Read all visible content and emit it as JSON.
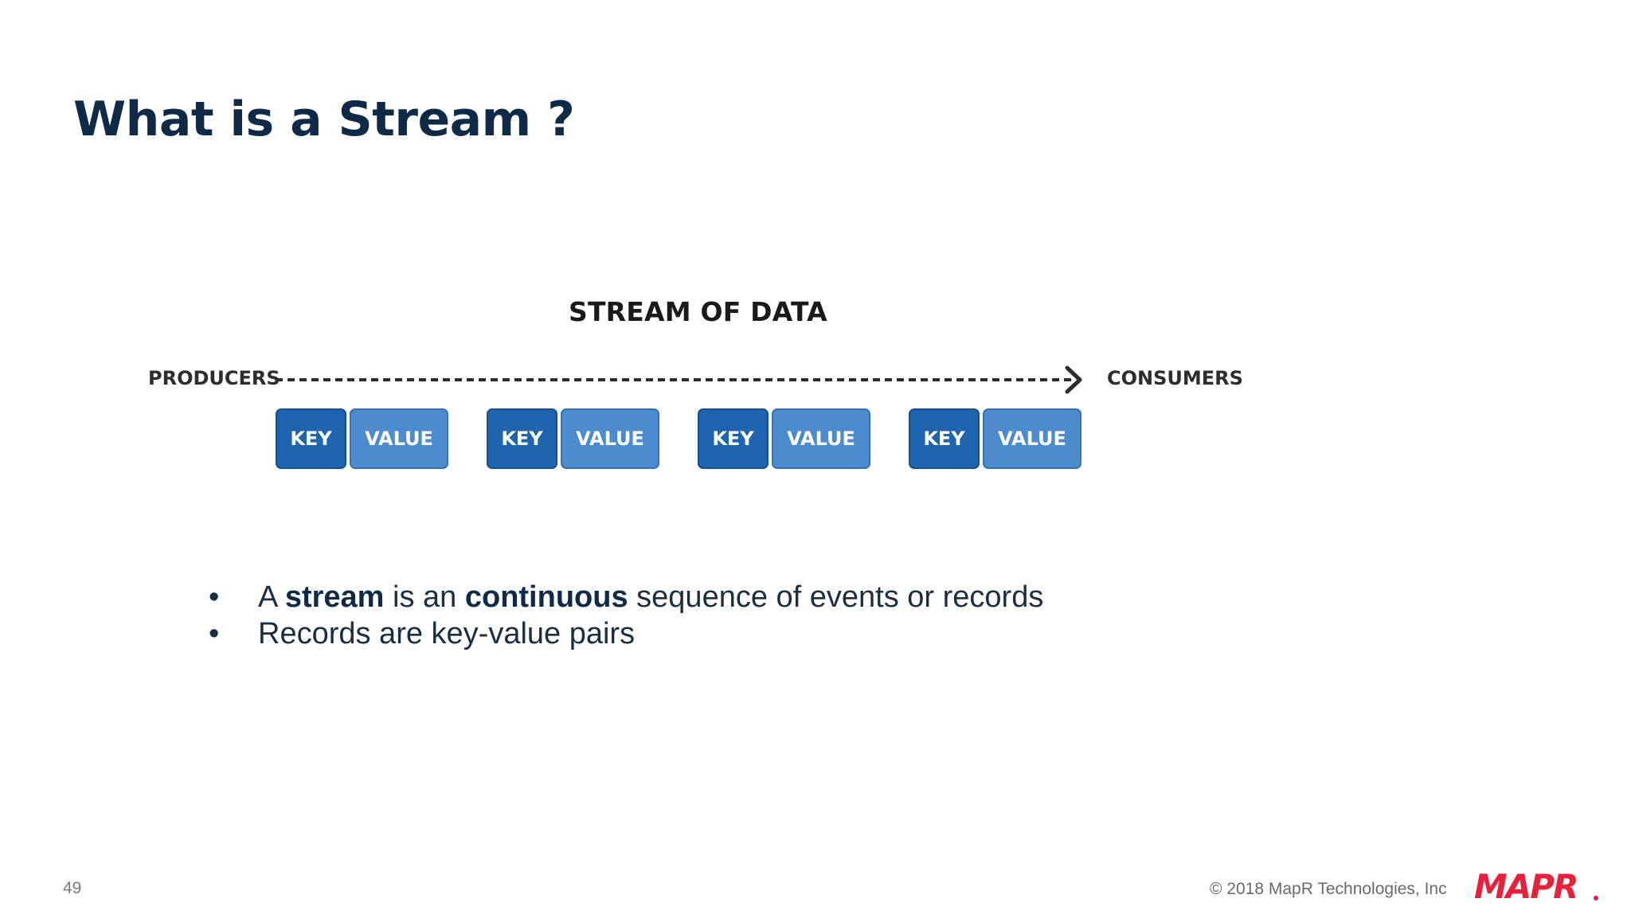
{
  "slide": {
    "title": "What is a Stream ?",
    "page_number": "49",
    "copyright": "© 2018 MapR Technologies, Inc",
    "logo_text": "MAPR"
  },
  "diagram": {
    "title": "STREAM OF DATA",
    "producers_label": "PRODUCERS",
    "consumers_label": "CONSUMERS",
    "records": [
      {
        "key": "KEY",
        "value": "VALUE"
      },
      {
        "key": "KEY",
        "value": "VALUE"
      },
      {
        "key": "KEY",
        "value": "VALUE"
      },
      {
        "key": "KEY",
        "value": "VALUE"
      }
    ]
  },
  "bullets": [
    {
      "marker": "•",
      "parts": [
        {
          "text": "A ",
          "bold": false
        },
        {
          "text": "stream",
          "bold": true
        },
        {
          "text": " is an ",
          "bold": false
        },
        {
          "text": "continuous",
          "bold": true
        },
        {
          "text": " sequence of events or records",
          "bold": false
        }
      ]
    },
    {
      "marker": "•",
      "parts": [
        {
          "text": "Records are key-value pairs",
          "bold": false
        }
      ]
    }
  ],
  "colors": {
    "title": "#0e2a47",
    "key_box": "#1f64ae",
    "value_box": "#4b8bce",
    "logo": "#e8203a"
  }
}
